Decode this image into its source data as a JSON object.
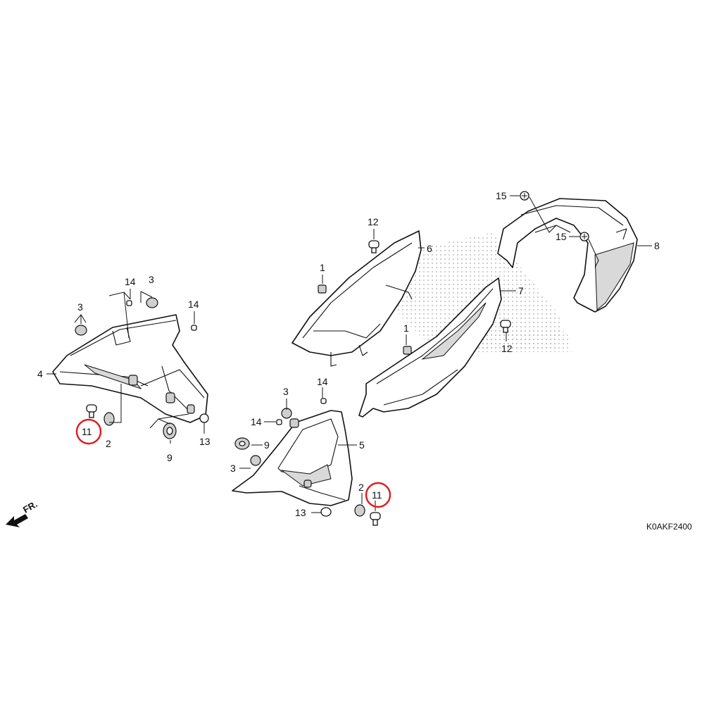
{
  "diagram": {
    "code": "K0AKF2400",
    "front_indicator": "FR.",
    "highlight_color": "#e01b1b",
    "labels": {
      "l1a": "1",
      "l1b": "1",
      "l2a": "2",
      "l2b": "2",
      "l3a": "3",
      "l3b": "3",
      "l3c": "3",
      "l3d": "3",
      "l4": "4",
      "l5": "5",
      "l6": "6",
      "l7": "7",
      "l8": "8",
      "l9a": "9",
      "l9b": "9",
      "l11a": "11",
      "l11b": "11",
      "l12a": "12",
      "l12b": "12",
      "l13a": "13",
      "l13b": "13",
      "l14a": "14",
      "l14b": "14",
      "l14c": "14",
      "l14d": "14",
      "l15a": "15",
      "l15b": "15"
    },
    "icons": [
      "front-direction-arrow-icon",
      "brand-watermark-icon"
    ]
  }
}
